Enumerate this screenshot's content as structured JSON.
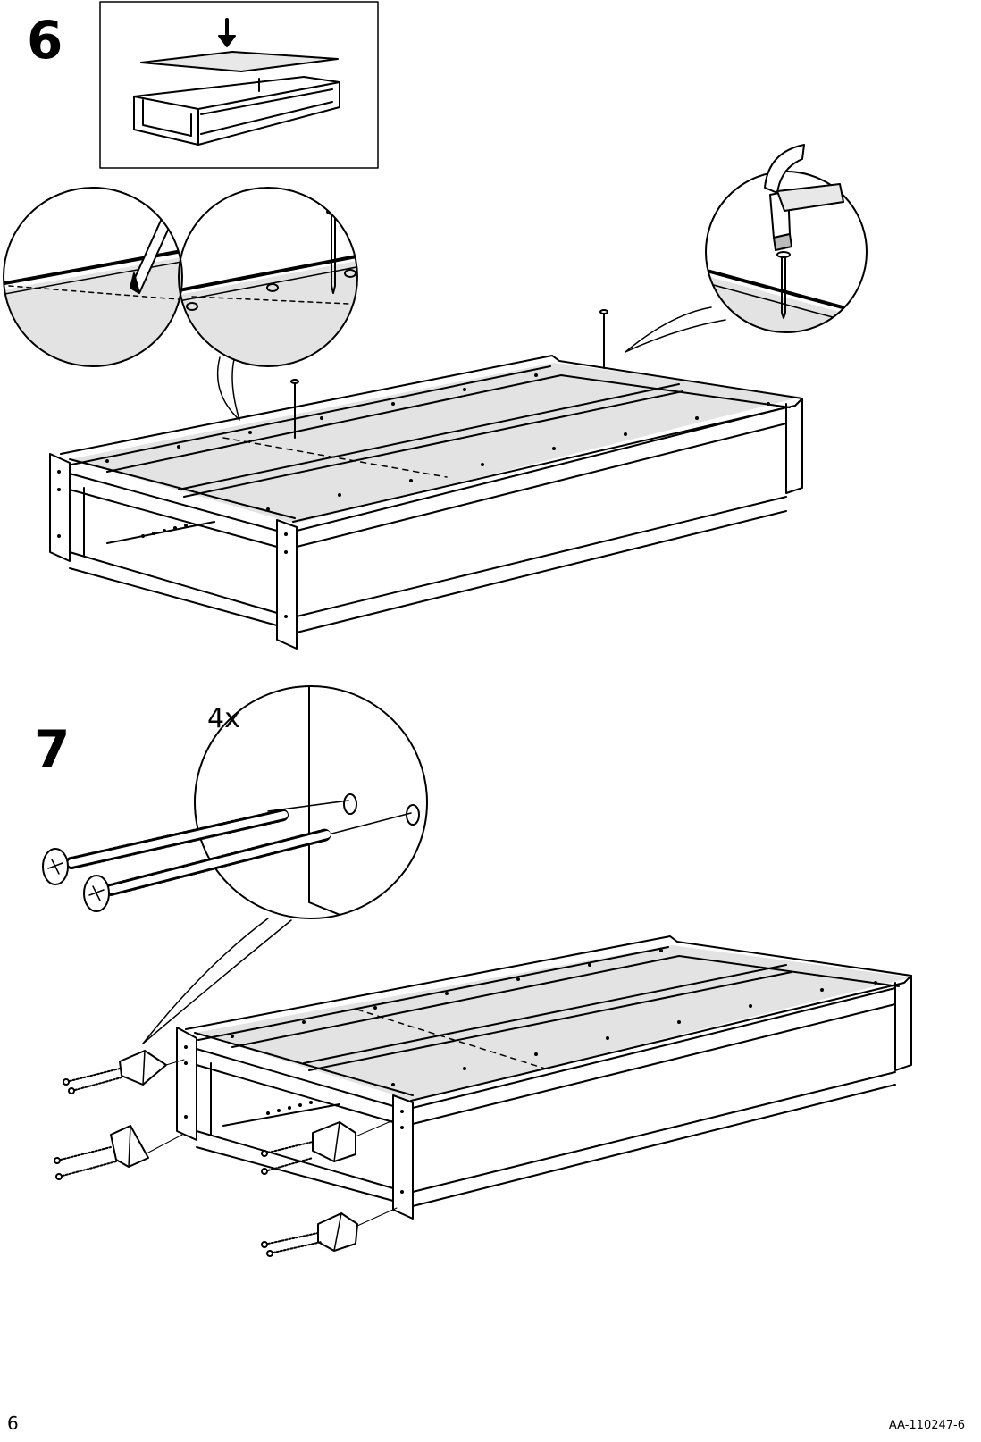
{
  "steps": [
    {
      "number": "6"
    },
    {
      "number": "7",
      "quantity_label": "4x"
    }
  ],
  "footer": {
    "page_number": "6",
    "document_code": "AA-110247-6"
  },
  "icons": {
    "arrow": "down-arrow-icon",
    "pencil": "pencil-icon",
    "nail": "nail-icon",
    "hammer": "hammer-icon",
    "screw": "screw-icon",
    "corner_block": "corner-block-icon"
  }
}
